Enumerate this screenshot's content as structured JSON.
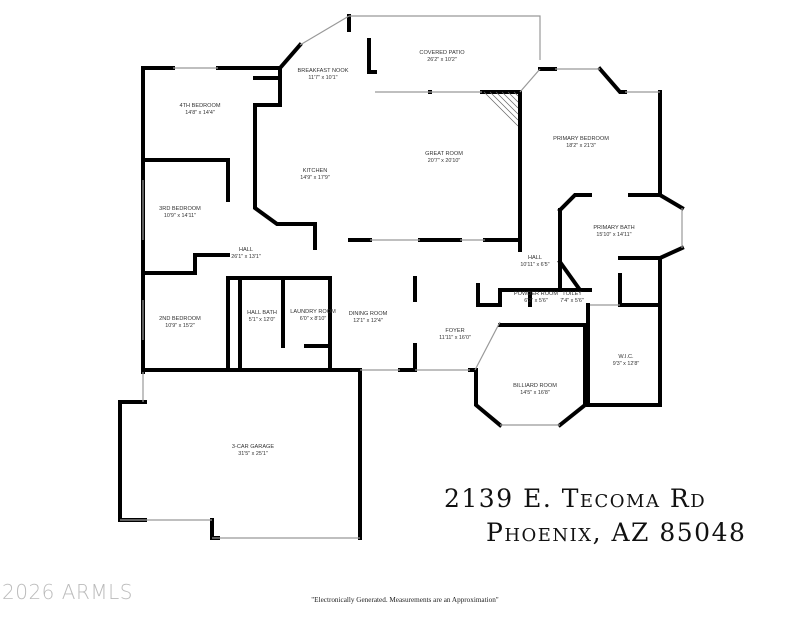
{
  "rooms": [
    {
      "name": "COVERED PATIO",
      "dims": "26'2\" x 10'2\""
    },
    {
      "name": "BREAKFAST NOOK",
      "dims": "11'7\" x 10'1\""
    },
    {
      "name": "4TH BEDROOM",
      "dims": "14'8\" x 14'4\""
    },
    {
      "name": "GREAT ROOM",
      "dims": "20'7\" x 20'10\""
    },
    {
      "name": "PRIMARY BEDROOM",
      "dims": "18'2\" x 21'3\""
    },
    {
      "name": "KITCHEN",
      "dims": "14'9\" x 17'9\""
    },
    {
      "name": "3RD BEDROOM",
      "dims": "10'9\" x 14'11\""
    },
    {
      "name": "PRIMARY BATH",
      "dims": "15'10\" x 14'11\""
    },
    {
      "name": "HALL",
      "dims": "26'1\" x 13'1\""
    },
    {
      "name": "HALL",
      "dims": "10'11\" x 6'5\""
    },
    {
      "name": "POWDER ROOM",
      "dims": "6'2\" x 5'6\""
    },
    {
      "name": "TOILET",
      "dims": "7'4\" x 5'6\""
    },
    {
      "name": "2ND BEDROOM",
      "dims": "10'9\" x 15'2\""
    },
    {
      "name": "HALL BATH",
      "dims": "5'1\" x 12'0\""
    },
    {
      "name": "LAUNDRY ROOM",
      "dims": "6'0\" x 8'10\""
    },
    {
      "name": "DINING ROOM",
      "dims": "12'1\" x 12'4\""
    },
    {
      "name": "FOYER",
      "dims": "11'11\" x 16'0\""
    },
    {
      "name": "W.I.C.",
      "dims": "9'3\" x 12'8\""
    },
    {
      "name": "BILLIARD ROOM",
      "dims": "14'5\" x 16'8\""
    },
    {
      "name": "3-CAR GARAGE",
      "dims": "31'5\" x 25'1\""
    }
  ],
  "address": {
    "line1": "2139 E. Tecoma Rd",
    "line2": "Phoenix, AZ 85048"
  },
  "watermark": "2026 ARMLS",
  "disclaimer": "\"Electronically Generated.  Measurements are an Approximation\""
}
